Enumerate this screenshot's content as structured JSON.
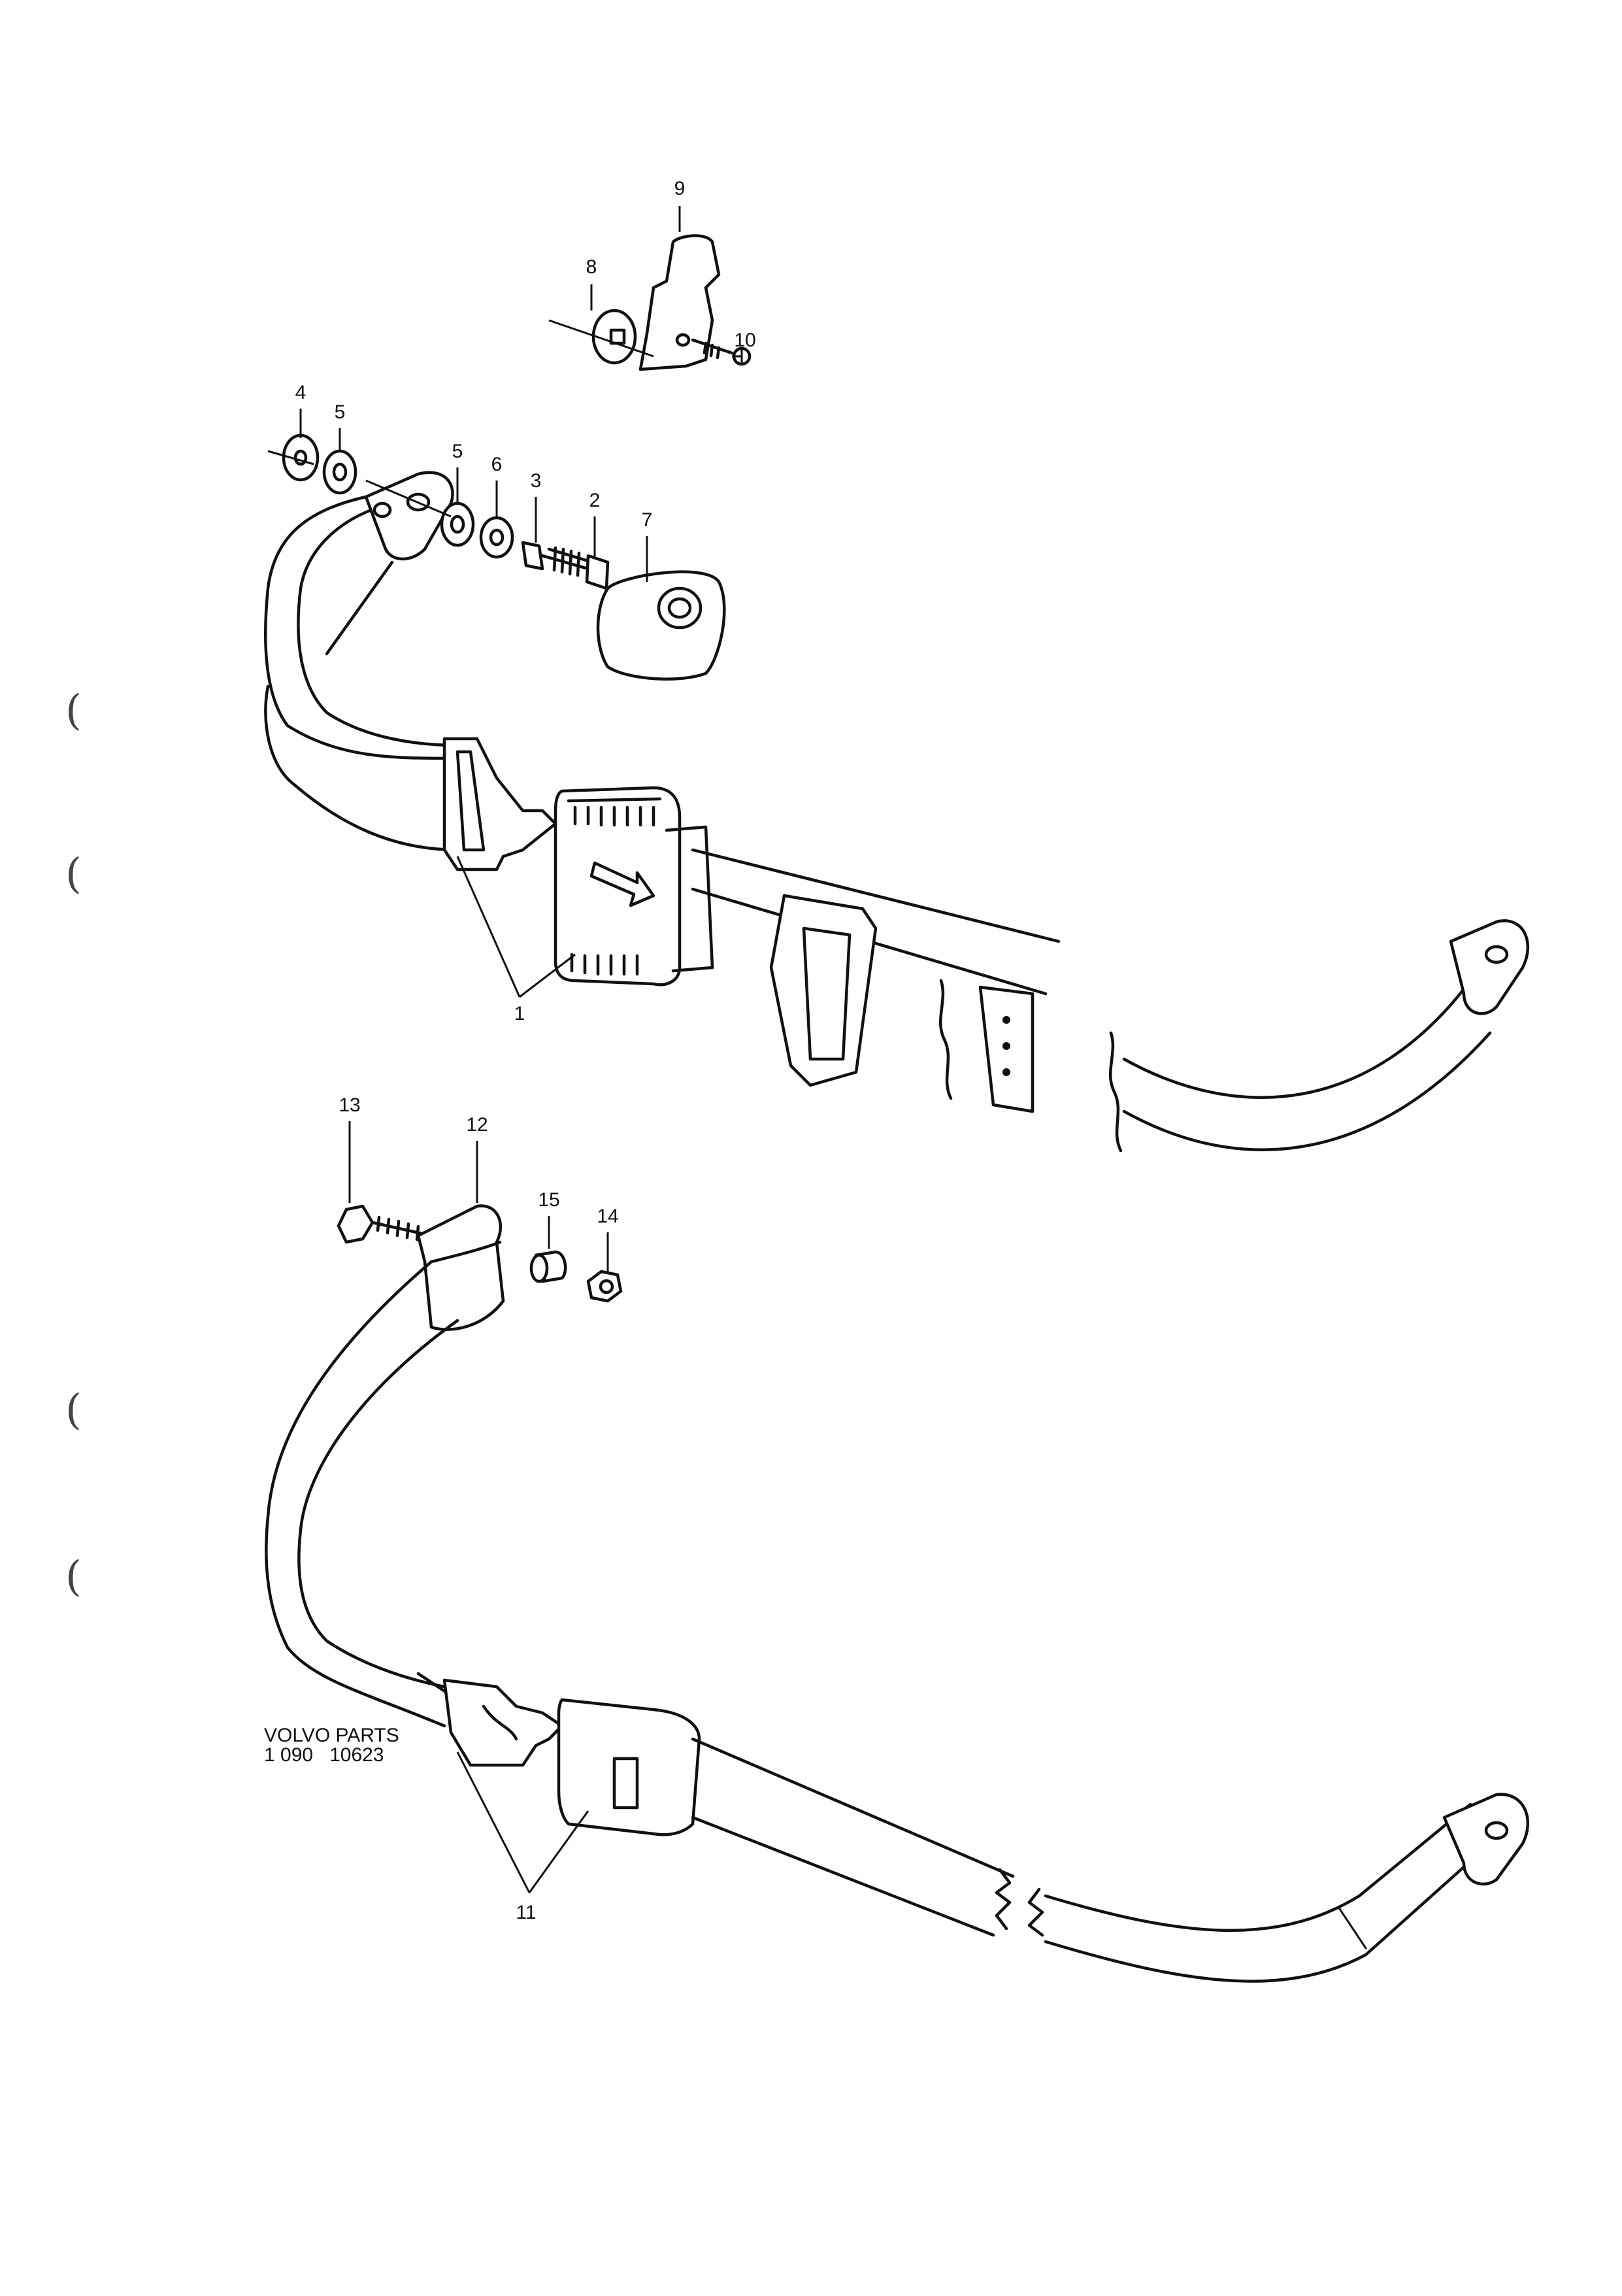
{
  "callouts": {
    "p1": "1",
    "p2": "2",
    "p3": "3",
    "p4": "4",
    "p5a": "5",
    "p5b": "5",
    "p6": "6",
    "p7": "7",
    "p8": "8",
    "p9": "9",
    "p10": "10",
    "p11": "11",
    "p12": "12",
    "p13": "13",
    "p14": "14",
    "p15": "15"
  },
  "footer": {
    "line1": "VOLVO PARTS",
    "line2": "1 090   10623"
  }
}
